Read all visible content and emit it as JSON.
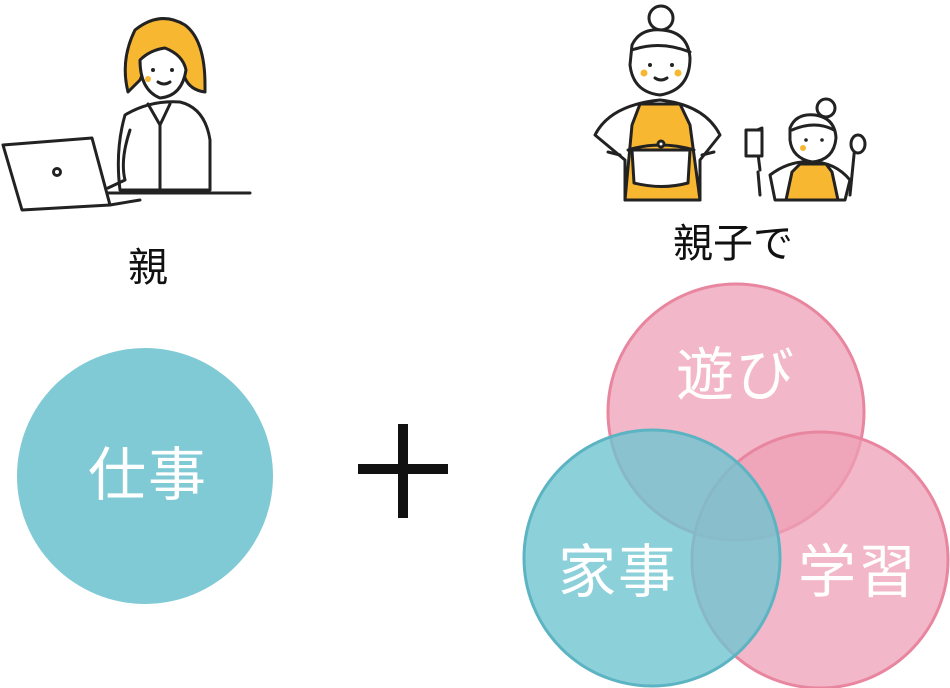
{
  "left": {
    "caption": "親",
    "circle_label": "仕事"
  },
  "operator": "+",
  "right": {
    "caption": "親子で",
    "circles": {
      "top": "遊び",
      "left": "家事",
      "right": "学習"
    }
  },
  "colors": {
    "teal": "#7fcad5",
    "pink": "#ee9fb6",
    "overlap_dark": "#6e9fb3",
    "skin_orange": "#f7b731",
    "line": "#222222"
  },
  "icons": {
    "left_illustration": "person-at-laptop-icon",
    "right_illustration": "parent-and-child-cooking-icon"
  }
}
